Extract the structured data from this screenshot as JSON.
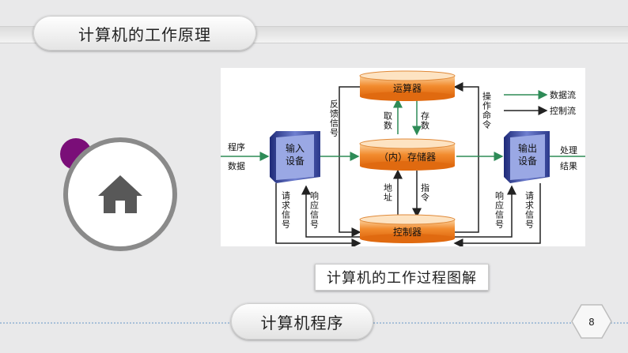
{
  "header": {
    "title": "计算机的工作原理"
  },
  "icons": {
    "home": "home-icon"
  },
  "diagram": {
    "alu": "运算器",
    "memory": "（内）存储器",
    "controller": "控制器",
    "input_device": [
      "输入",
      "设备"
    ],
    "output_device": [
      "输出",
      "设备"
    ],
    "program_data": [
      "程序",
      "数据"
    ],
    "result": [
      "处理",
      "结果"
    ],
    "feedback": "反馈信号",
    "operate_cmd": "操作命令",
    "fetch": "取数",
    "store": "存数",
    "address": "地址",
    "instruction": "指令",
    "request_left": "请求信号",
    "response_left": "响应信号",
    "response_right": "响应信号",
    "request_right": "请求信号",
    "legend_data": "数据流",
    "legend_control": "控制流"
  },
  "colors": {
    "data_flow": "#2e8b57",
    "control_flow": "#222222",
    "drum": "#f28b2e",
    "device": "#2c3a8c",
    "accent": "#7a0e78"
  },
  "caption": "计算机的工作过程图解",
  "footer": {
    "label": "计算机程序",
    "page_number": "8"
  }
}
